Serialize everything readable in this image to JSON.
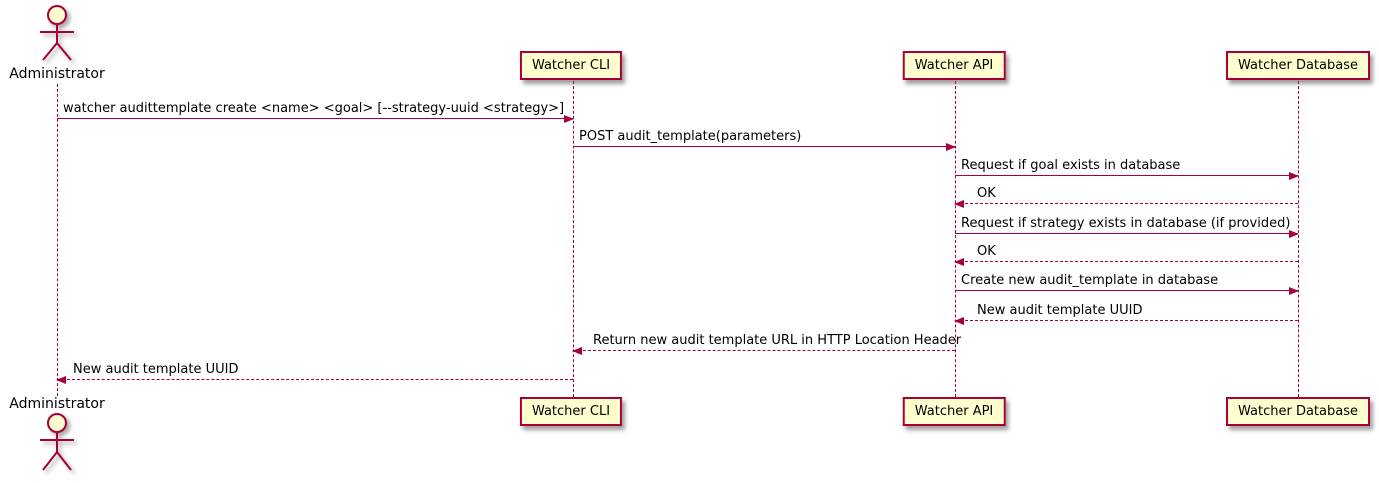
{
  "diagram": {
    "type": "sequence",
    "actor": {
      "name": "Administrator"
    },
    "participants": [
      {
        "label": "Watcher CLI"
      },
      {
        "label": "Watcher API"
      },
      {
        "label": "Watcher Database"
      }
    ],
    "messages": [
      {
        "from": "Administrator",
        "to": "Watcher CLI",
        "style": "solid",
        "label": "watcher audittemplate create <name> <goal> [--strategy-uuid <strategy>]"
      },
      {
        "from": "Watcher CLI",
        "to": "Watcher API",
        "style": "solid",
        "label": "POST audit_template(parameters)"
      },
      {
        "from": "Watcher API",
        "to": "Watcher Database",
        "style": "solid",
        "label": "Request if goal exists in database"
      },
      {
        "from": "Watcher Database",
        "to": "Watcher API",
        "style": "dashed",
        "label": "OK"
      },
      {
        "from": "Watcher API",
        "to": "Watcher Database",
        "style": "solid",
        "label": "Request if strategy exists in database (if provided)"
      },
      {
        "from": "Watcher Database",
        "to": "Watcher API",
        "style": "dashed",
        "label": "OK"
      },
      {
        "from": "Watcher API",
        "to": "Watcher Database",
        "style": "solid",
        "label": "Create new audit_template in database"
      },
      {
        "from": "Watcher Database",
        "to": "Watcher API",
        "style": "dashed",
        "label": "New audit template UUID"
      },
      {
        "from": "Watcher API",
        "to": "Watcher CLI",
        "style": "dashed",
        "label": "Return new audit template URL in HTTP Location Header"
      },
      {
        "from": "Watcher CLI",
        "to": "Administrator",
        "style": "dashed",
        "label": "New audit template UUID"
      }
    ],
    "colors": {
      "participant_fill": "#FEFECE",
      "line": "#A80036",
      "text": "#000000",
      "background": "#FFFFFF"
    }
  }
}
